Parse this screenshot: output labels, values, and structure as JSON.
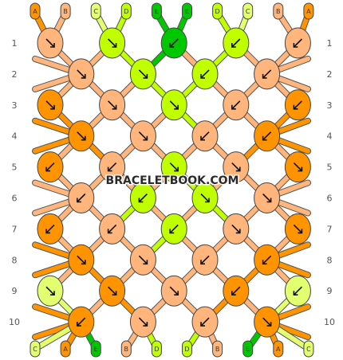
{
  "strand_labels_top": [
    "A",
    "B",
    "C",
    "D",
    "E",
    "E",
    "D",
    "C",
    "B",
    "A"
  ],
  "strand_labels_bottom": [
    "C",
    "A",
    "E",
    "B",
    "D",
    "D",
    "B",
    "E",
    "A",
    "C"
  ],
  "rows": [
    "1",
    "2",
    "3",
    "4",
    "5",
    "6",
    "7",
    "8",
    "9",
    "10"
  ],
  "watermark": "BRACELETBOOK.COM",
  "colors": {
    "A": "#ff9400",
    "B": "#ffb57c",
    "C": "#e2ff70",
    "D": "#c0ff00",
    "E": "#00c800"
  },
  "knots": [
    [
      {
        "color": "B",
        "dir": "se"
      },
      {
        "color": "D",
        "dir": "se"
      },
      {
        "color": "E",
        "dir": "sw"
      },
      {
        "color": "D",
        "dir": "sw"
      },
      {
        "color": "B",
        "dir": "sw"
      }
    ],
    [
      {
        "color": "B",
        "dir": "se"
      },
      {
        "color": "D",
        "dir": "se"
      },
      {
        "color": "D",
        "dir": "sw"
      },
      {
        "color": "B",
        "dir": "sw"
      }
    ],
    [
      {
        "color": "A",
        "dir": "se"
      },
      {
        "color": "B",
        "dir": "se"
      },
      {
        "color": "D",
        "dir": "se"
      },
      {
        "color": "B",
        "dir": "sw"
      },
      {
        "color": "A",
        "dir": "sw"
      }
    ],
    [
      {
        "color": "A",
        "dir": "se"
      },
      {
        "color": "B",
        "dir": "se"
      },
      {
        "color": "B",
        "dir": "sw"
      },
      {
        "color": "A",
        "dir": "sw"
      }
    ],
    [
      {
        "color": "A",
        "dir": "sw"
      },
      {
        "color": "B",
        "dir": "sw"
      },
      {
        "color": "D",
        "dir": "se"
      },
      {
        "color": "B",
        "dir": "se"
      },
      {
        "color": "A",
        "dir": "se"
      }
    ],
    [
      {
        "color": "B",
        "dir": "sw"
      },
      {
        "color": "D",
        "dir": "sw"
      },
      {
        "color": "D",
        "dir": "se"
      },
      {
        "color": "B",
        "dir": "se"
      }
    ],
    [
      {
        "color": "A",
        "dir": "sw"
      },
      {
        "color": "B",
        "dir": "sw"
      },
      {
        "color": "D",
        "dir": "sw"
      },
      {
        "color": "B",
        "dir": "se"
      },
      {
        "color": "A",
        "dir": "se"
      }
    ],
    [
      {
        "color": "A",
        "dir": "se"
      },
      {
        "color": "B",
        "dir": "se"
      },
      {
        "color": "B",
        "dir": "sw"
      },
      {
        "color": "A",
        "dir": "sw"
      }
    ],
    [
      {
        "color": "C",
        "dir": "se"
      },
      {
        "color": "A",
        "dir": "se"
      },
      {
        "color": "B",
        "dir": "se"
      },
      {
        "color": "A",
        "dir": "sw"
      },
      {
        "color": "C",
        "dir": "sw"
      }
    ],
    [
      {
        "color": "A",
        "dir": "sw"
      },
      {
        "color": "B",
        "dir": "se"
      },
      {
        "color": "B",
        "dir": "sw"
      },
      {
        "color": "A",
        "dir": "se"
      }
    ]
  ]
}
